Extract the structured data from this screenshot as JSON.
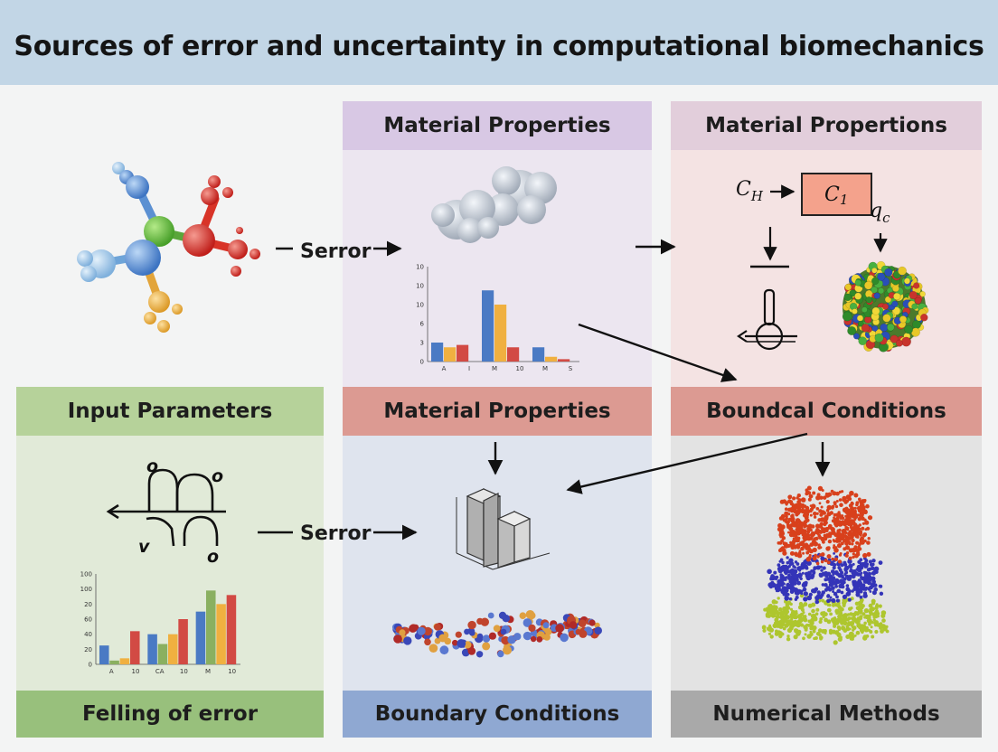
{
  "title": "Sources of error and uncertainty in computational biomechanics",
  "headers": {
    "top_middle": "Material Properties",
    "top_right": "Material Propertions",
    "mid_left": "Input Parameters",
    "mid_middle": "Material Properties",
    "mid_right": "Boundcal Conditions",
    "bottom_left": "Felling of error",
    "bottom_middle": "Boundary Conditions",
    "bottom_right": "Numerical Methods"
  },
  "flow_labels": {
    "top": "Serror",
    "bottom": "Serror"
  },
  "formula": {
    "c_h": "C",
    "c_h_sub": "H",
    "c_box": "C",
    "c_box_sub": "1",
    "q": "q",
    "q_sub": "c"
  },
  "symbol_letters": {
    "o1": "o",
    "o2": "o",
    "v": "v",
    "o3": "o"
  },
  "colors": {
    "blue": "#4a7ac4",
    "orange": "#f0b040",
    "red": "#d24a44",
    "green": "#8ab060",
    "gray": "#a0a0a0"
  },
  "chart_data": [
    {
      "type": "bar",
      "categories": [
        "A",
        "I",
        "M",
        "10",
        "M",
        "S"
      ],
      "series": [
        {
          "values": [
            4,
            15,
            3
          ]
        },
        {
          "values": [
            3,
            12,
            1
          ]
        },
        {
          "values": [
            3.5,
            3,
            0.5
          ]
        }
      ],
      "ytick_labels": [
        "0",
        "3",
        "6",
        "10",
        "10",
        "10"
      ],
      "ylim": [
        0,
        20
      ]
    },
    {
      "type": "bar",
      "categories": [
        "A",
        "10",
        "CA",
        "10",
        "M",
        "10"
      ],
      "series": [
        {
          "values": [
            25,
            40,
            70
          ]
        },
        {
          "values": [
            5,
            27,
            98
          ]
        },
        {
          "values": [
            8,
            40,
            80
          ]
        },
        {
          "values": [
            44,
            60,
            92
          ]
        }
      ],
      "ytick_labels": [
        "0",
        "20",
        "40",
        "60",
        "20",
        "100",
        "100"
      ],
      "ylim": [
        0,
        120
      ]
    }
  ]
}
